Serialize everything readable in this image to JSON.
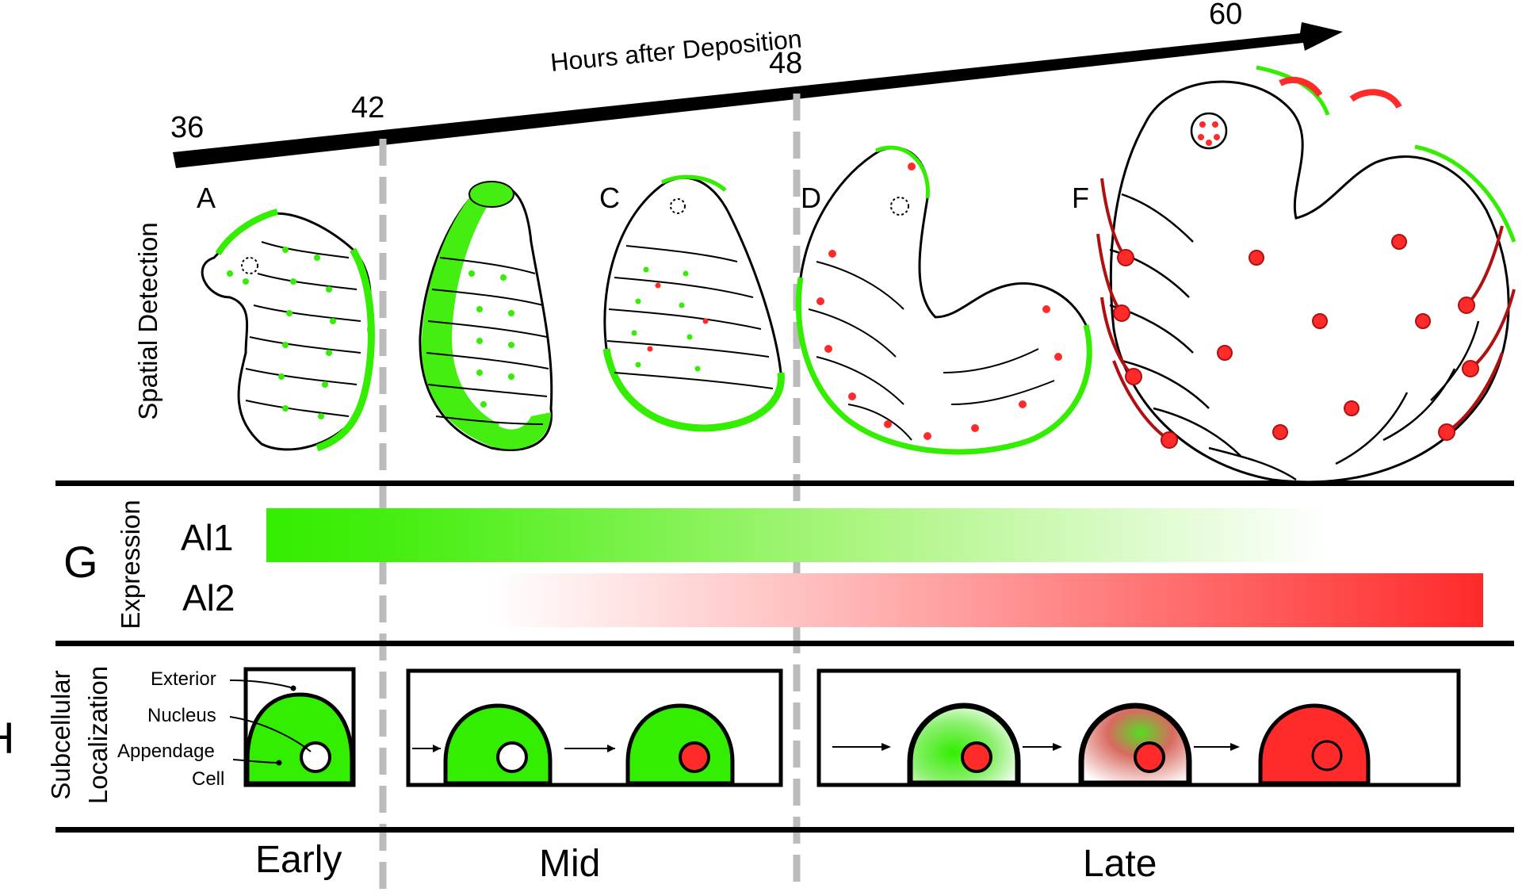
{
  "timeline": {
    "title": "Hours after Deposition",
    "ticks": [
      "36",
      "42",
      "48",
      "60"
    ]
  },
  "rows": {
    "spatial": "Spatial Detection",
    "expression": "Expression",
    "subcellular_1": "Subcellular",
    "subcellular_2": "Localization"
  },
  "panel_letters": {
    "a": "A",
    "c": "C",
    "d": "D",
    "f": "F",
    "g": "G",
    "h": "H"
  },
  "genes": {
    "al1": "Al1",
    "al2": "Al2"
  },
  "cell_legend": {
    "exterior": "Exterior",
    "nucleus": "Nucleus",
    "appendage": "Appendage",
    "cell": "Cell"
  },
  "stages": {
    "early": "Early",
    "mid": "Mid",
    "late": "Late"
  },
  "colors": {
    "al1_green": "#33ee00",
    "al2_red": "#ff2a2a",
    "outline": "#000000",
    "dashed_guide": "#bbbbbb"
  }
}
